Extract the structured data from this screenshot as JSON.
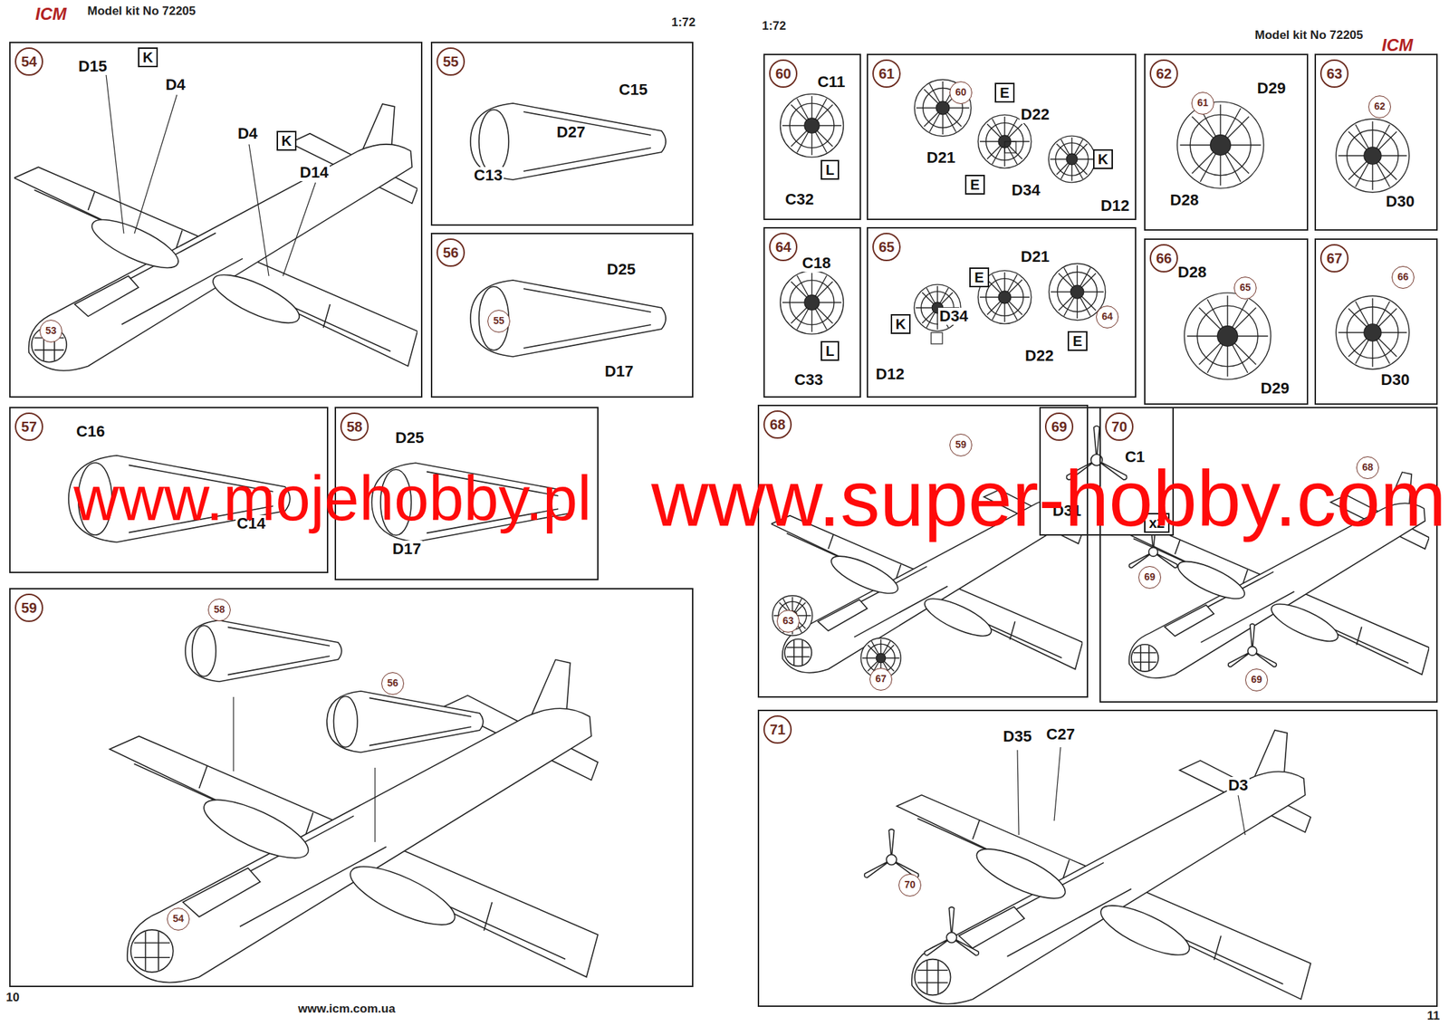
{
  "diagram": {
    "nodes": [
      {
        "text": [
          "54"
        ]
      },
      {
        "text": [
          "55"
        ]
      },
      {
        "text": [
          "56"
        ]
      },
      {
        "text": [
          "57"
        ]
      },
      {
        "text": [
          "58"
        ]
      },
      {
        "text": [
          "59"
        ]
      },
      {
        "text": [
          "60"
        ]
      },
      {
        "text": [
          "61"
        ]
      },
      {
        "text": [
          "62"
        ]
      },
      {
        "text": [
          "63"
        ]
      },
      {
        "text": [
          "64"
        ]
      },
      {
        "text": [
          "65"
        ]
      },
      {
        "text": [
          "66"
        ]
      },
      {
        "text": [
          "67"
        ]
      },
      {
        "text": [
          "68"
        ]
      },
      {
        "text": [
          "69"
        ]
      },
      {
        "text": [
          "70"
        ]
      },
      {
        "text": [
          "71"
        ]
      }
    ],
    "labels": [
      "ICM",
      "Model kit No 72205",
      "1:72",
      "1:72",
      "Model kit No 72205",
      "ICM",
      "D15",
      "K",
      "D4",
      "D4",
      "K",
      "D14",
      "53",
      "C15",
      "D27",
      "C13",
      "D25",
      "55",
      "D17",
      "C16",
      "C14",
      "D25",
      "D17",
      "58",
      "56",
      "54",
      "C11",
      "L",
      "C32",
      "60",
      "E",
      "D22",
      "D21",
      "E",
      "D34",
      "K",
      "D12",
      "61",
      "D29",
      "D28",
      "62",
      "D30",
      "C18",
      "L",
      "C33",
      "D21",
      "E",
      "D34",
      "64",
      "K",
      "E",
      "D22",
      "D12",
      "D28",
      "65",
      "D29",
      "66",
      "D30",
      "59",
      "63",
      "67",
      "C1",
      "D31",
      "x2",
      "68",
      "69",
      "69",
      "D35",
      "C27",
      "D3",
      "70",
      "www.icm.com.ua",
      "10",
      "11",
      "www.mojehobby.pl",
      "www.super-hobby.com"
    ]
  }
}
